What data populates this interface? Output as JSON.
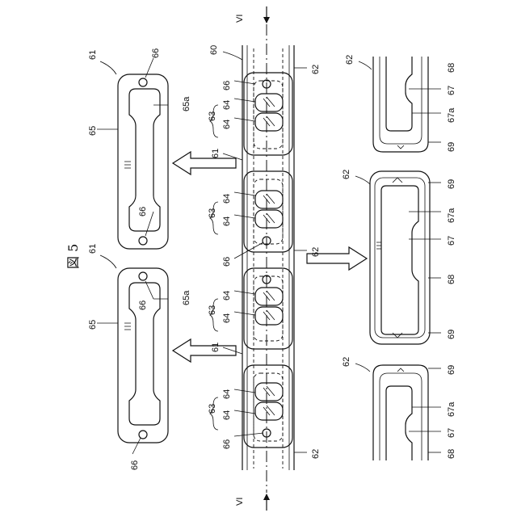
{
  "figure_title": "図 5",
  "section_marker": "VI",
  "labels": {
    "l60": "60",
    "l61": "61",
    "l62": "62",
    "l63": "63",
    "l64": "64",
    "l65": "65",
    "l65a": "65a",
    "l66": "66",
    "l67": "67",
    "l67a": "67a",
    "l68": "68",
    "l69": "69"
  }
}
